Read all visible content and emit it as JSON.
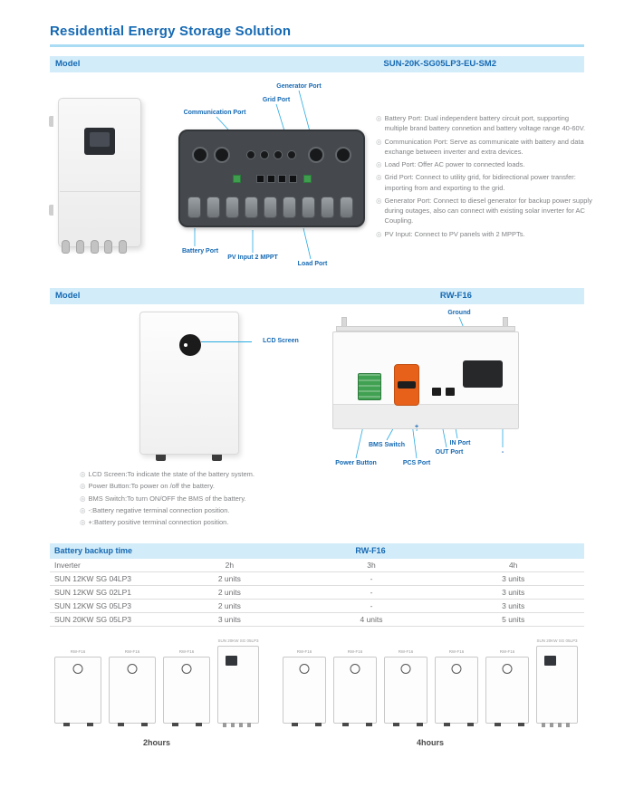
{
  "ui": {
    "bullet": "◎",
    "accent_color": "#1569b3",
    "bar_color": "#d3ecf9",
    "leader_line_color": "#29abe2"
  },
  "page": {
    "title": "Residential Energy Storage Solution"
  },
  "inverter_section": {
    "model_label": "Model",
    "model_value": "SUN-20K-SG05LP3-EU-SM2",
    "port_labels": {
      "generator": "Generator Port",
      "grid": "Grid Port",
      "communication": "Communication Port",
      "battery": "Battery Port",
      "pv": "PV Input  2 MPPT",
      "load": "Load Port"
    },
    "bullets": [
      "Battery Port: Dual independent battery circuit port, supporting multiple brand battery connetion and battery voltage range 40-60V.",
      "Communication Port: Serve as communicate with battery and data exchange between inverter and extra devices.",
      "Load Port: Offer AC power to connected loads.",
      "Grid Port: Connect to utility grid, for bidirectional power transfer: importing from and exporting to the grid.",
      "Generator Port: Connect to diesel generator for backup power supply during outages, also can connect with existing solar inverter for AC Coupling.",
      "PV Input: Connect to PV panels with 2 MPPTs."
    ]
  },
  "battery_section": {
    "model_label": "Model",
    "model_value": "RW-F16",
    "labels": {
      "lcd_screen": "LCD Screen",
      "ground": "Ground",
      "bms_switch": "BMS Switch",
      "plus": "+",
      "in_port": "IN Port",
      "out_port": "OUT Port",
      "minus": "-",
      "power_button": "Power Button",
      "pcs_port": "PCS Port"
    },
    "bullets": [
      "LCD Screen:To indicate the state of the battery system.",
      "Power Button:To power on /off the battery.",
      "BMS Switch:To turn ON/OFF the BMS of the battery.",
      "-:Battery negative terminal connection position.",
      "+:Battery positive terminal connection position."
    ]
  },
  "backup_table": {
    "title": "Battery backup time",
    "model": "RW-F16",
    "columns": [
      "Inverter",
      "2h",
      "3h",
      "4h"
    ],
    "rows": [
      [
        "SUN 12KW SG 04LP3",
        "2 units",
        "-",
        "3 units"
      ],
      [
        "SUN 12KW SG 02LP1",
        "2 units",
        "-",
        "3 units"
      ],
      [
        "SUN 12KW SG 05LP3",
        "2 units",
        "-",
        "3 units"
      ],
      [
        "SUN 20KW SG 05LP3",
        "3 units",
        "4 units",
        "5 units"
      ]
    ]
  },
  "configs": {
    "group_2h": {
      "caption": "2hours",
      "units": [
        "RW-F16",
        "RW-F16",
        "RW-F16",
        "SUN 20KW SG 05LP3"
      ]
    },
    "group_4h": {
      "caption": "4hours",
      "units": [
        "RW-F16",
        "RW-F16",
        "RW-F16",
        "RW-F16",
        "RW-F16",
        "SUN 20KW SG 05LP3"
      ]
    }
  }
}
